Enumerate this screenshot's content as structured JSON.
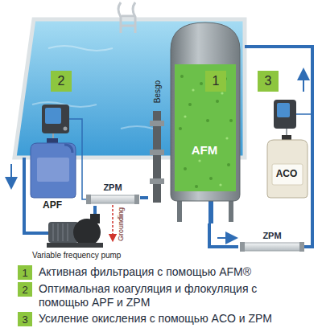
{
  "diagram": {
    "nodes": [
      {
        "text": [
          "2"
        ]
      },
      {
        "text": [
          "1"
        ]
      },
      {
        "text": [
          "3"
        ]
      },
      {
        "text": [
          "AFM"
        ]
      },
      {
        "text": [
          "Besgo"
        ]
      },
      {
        "text": [
          "APF"
        ]
      },
      {
        "text": [
          "ACO"
        ]
      },
      {
        "text": [
          "ZPM"
        ]
      },
      {
        "text": [
          "Variable frequency pump"
        ]
      },
      {
        "text": [
          "ZPM"
        ]
      }
    ],
    "edges": [
      {
        "from": 8,
        "to": 7,
        "arrow": "none"
      },
      {
        "from": 7,
        "to": 4,
        "arrow": "none"
      },
      {
        "from": 3,
        "to": 9,
        "arrow": "none"
      }
    ],
    "labels": [
      "Grounding",
      "1",
      "2",
      "3"
    ],
    "legend": [
      {
        "text": "Активная фильтрация с помощью AFM®",
        "color": "#8dc63f"
      },
      {
        "text": "Оптимальная коагуляция и флокуляция с помощью APF и ZPM",
        "color": "#8dc63f"
      },
      {
        "text": "Усиление окисления с помощью ACO и ZPM",
        "color": "#8dc63f"
      }
    ]
  }
}
